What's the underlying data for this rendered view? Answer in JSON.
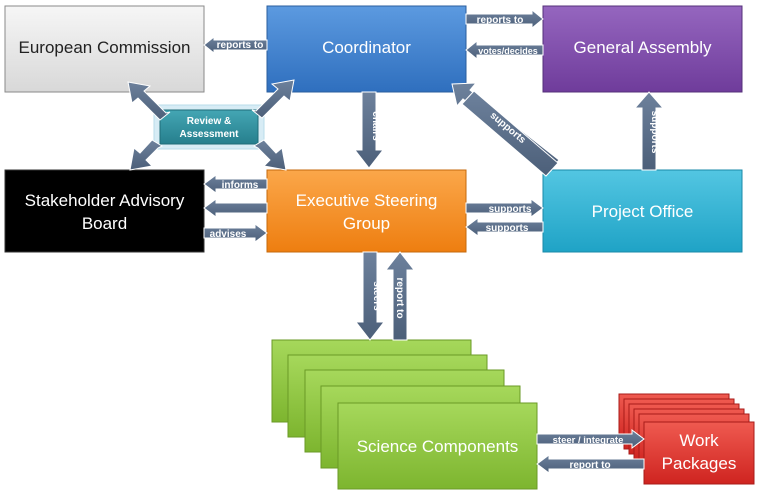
{
  "nodes": {
    "european_commission": "European Commission",
    "coordinator": "Coordinator",
    "general_assembly": "General Assembly",
    "review": [
      "Review &",
      "Assessment"
    ],
    "stakeholder_board": [
      "Stakeholder Advisory",
      "Board"
    ],
    "executive_group": [
      "Executive Steering",
      "Group"
    ],
    "project_office": "Project Office",
    "science_components": "Science Components",
    "work_packages": [
      "Work",
      "Packages"
    ]
  },
  "edges": {
    "coord_to_ec": "reports to",
    "coord_to_ga": "reports to",
    "ga_to_coord": "votes/decides",
    "coord_to_esg": "chairs",
    "po_to_coord": "supports",
    "po_to_ga": "supports",
    "esg_to_sab": "informs",
    "sab_to_esg": "advises",
    "esg_to_po": "supports",
    "po_to_esg": "supports",
    "esg_to_sc": "steers",
    "sc_to_esg": "report to",
    "sc_to_wp": "steer / integrate",
    "wp_to_sc": "report to"
  },
  "colors": {
    "european_commission": "#e6e6e6",
    "coordinator": "#3a7fd0",
    "general_assembly": "#7e4aa8",
    "review": "#2e8e9e",
    "stakeholder_board": "#000000",
    "executive_group": "#f28c1f",
    "project_office": "#2ab1d3",
    "science_components": "#8ec63f",
    "work_packages": "#e0322f",
    "arrow": "#5a6f8a"
  }
}
